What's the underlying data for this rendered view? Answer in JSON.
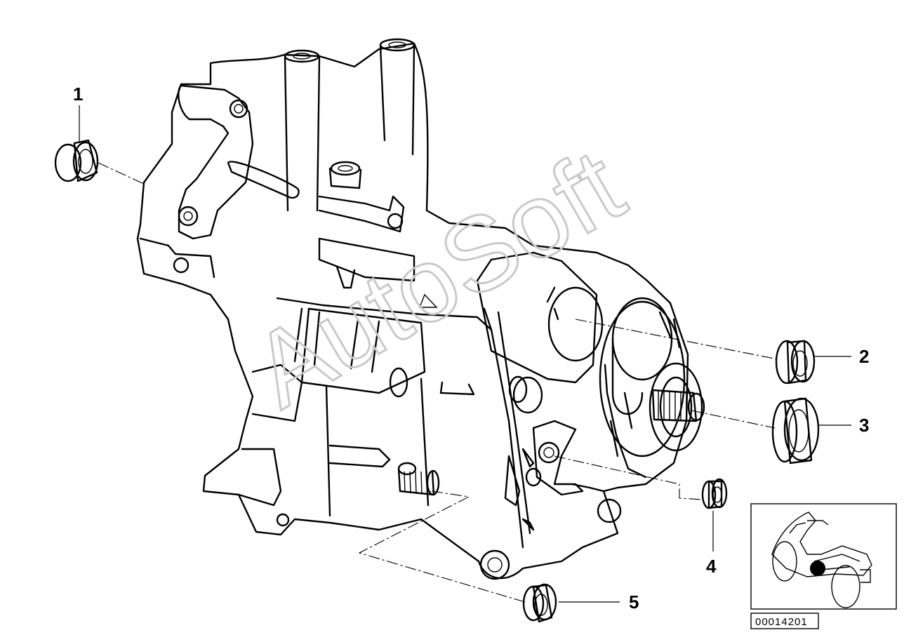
{
  "diagram": {
    "callouts": [
      {
        "id": "1",
        "label": "1"
      },
      {
        "id": "2",
        "label": "2"
      },
      {
        "id": "3",
        "label": "3"
      },
      {
        "id": "4",
        "label": "4"
      },
      {
        "id": "5",
        "label": "5"
      }
    ],
    "watermark": "AutoSoft",
    "image_code": "00014201",
    "inset": {
      "marker_color": "#000000"
    },
    "colors": {
      "line": "#000000",
      "background": "#ffffff",
      "watermark": "#c9c9c9"
    }
  }
}
